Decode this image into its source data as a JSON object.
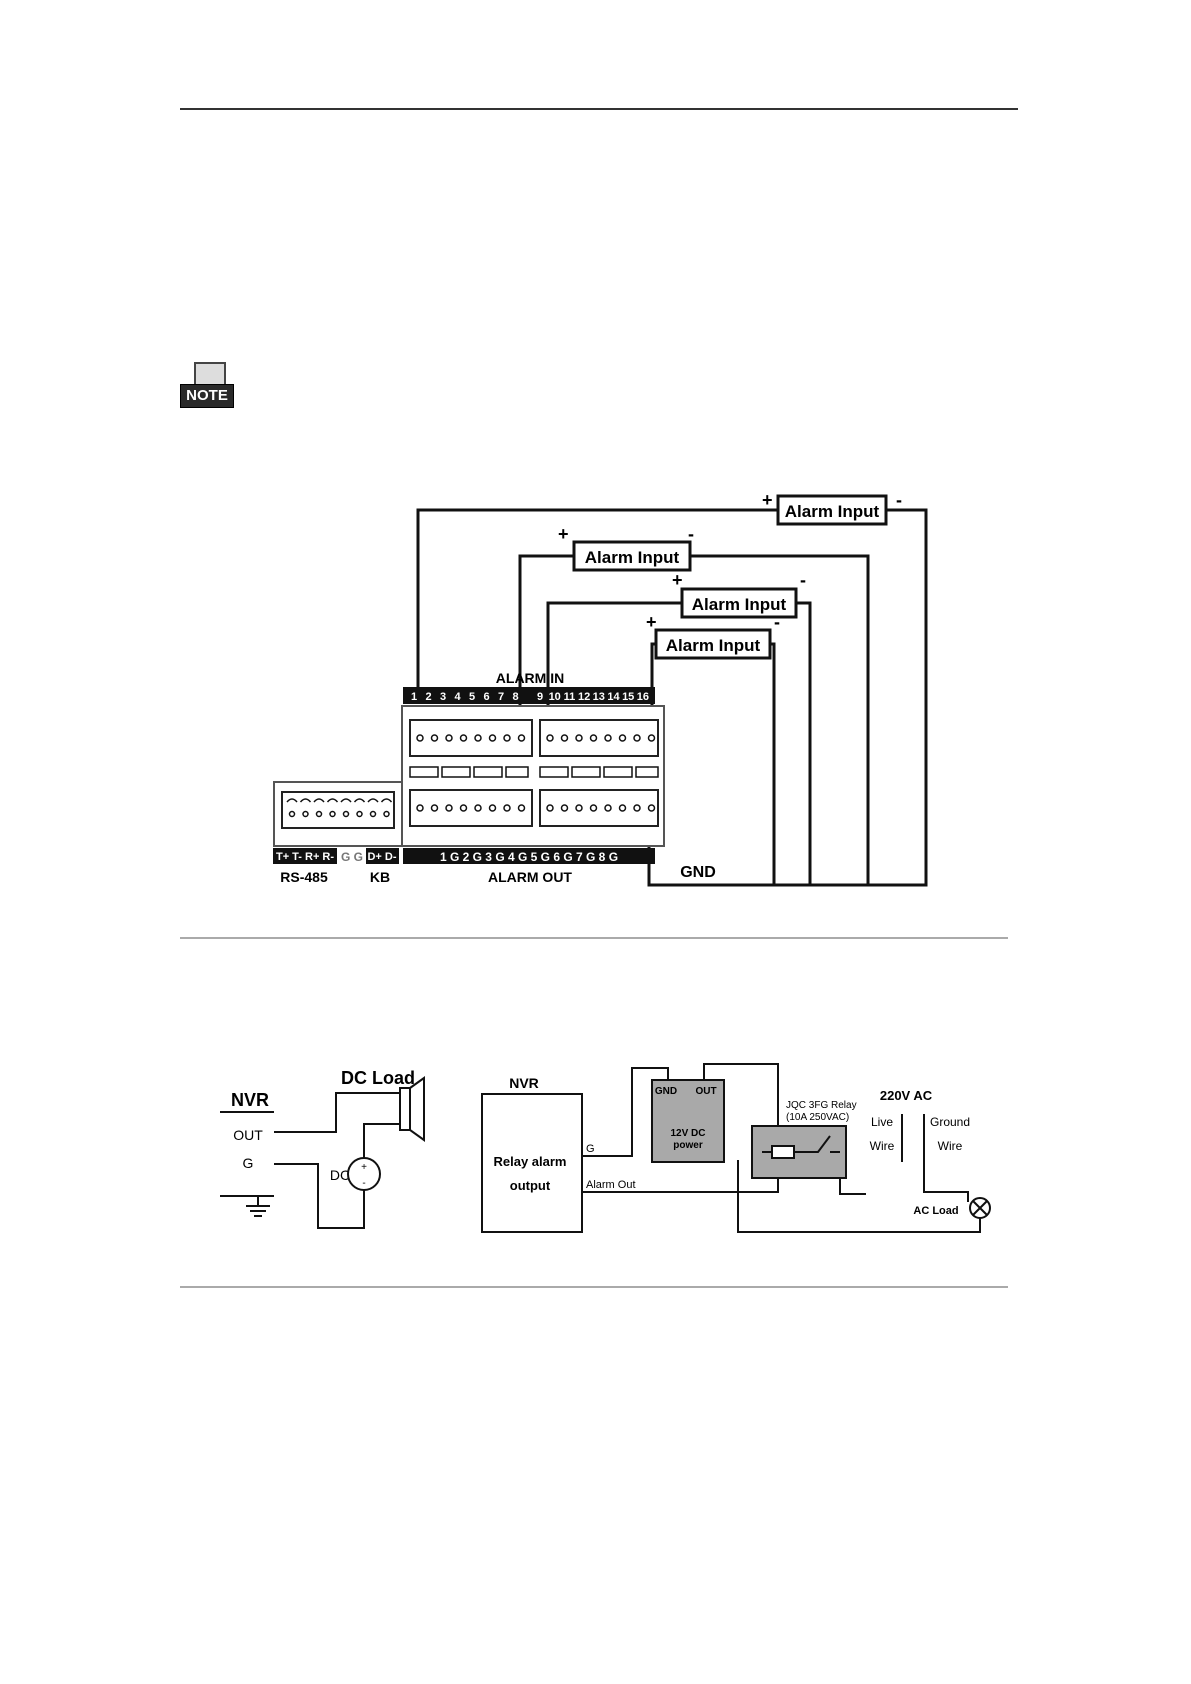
{
  "note": {
    "label": "NOTE"
  },
  "alarm_in_diagram": {
    "alarm_input_box": "Alarm Input",
    "plus": "+",
    "minus": "-",
    "alarm_in_title": "ALARM IN",
    "alarm_in_numbers": [
      "1",
      "2",
      "3",
      "4",
      "5",
      "6",
      "7",
      "8",
      "9",
      "10",
      "11",
      "12",
      "13",
      "14",
      "15",
      "16"
    ],
    "rs485_pins": "T+ T- R+ R-",
    "gg": "G G",
    "kb_pins": "D+ D-",
    "alarm_out_pins": "1 G 2 G 3 G 4 G  5 G 6 G 7 G 8 G",
    "rs485_label": "RS-485",
    "kb_label": "KB",
    "alarm_out_label": "ALARM OUT",
    "gnd_label": "GND"
  },
  "dc_diagram": {
    "nvr": "NVR",
    "out": "OUT",
    "g": "G",
    "dc_load": "DC Load",
    "dc": "DC",
    "plus": "+",
    "minus": "-"
  },
  "ac_diagram": {
    "nvr": "NVR",
    "relay_line1": "Relay alarm",
    "relay_line2": "output",
    "g": "G",
    "alarm_out": "Alarm Out",
    "gnd": "GND",
    "out": "OUT",
    "power_line1": "12V  DC",
    "power_line2": "power",
    "relay_line_a": "JQC 3FG Relay",
    "relay_line_b": "(10A  250VAC)",
    "ac_voltage": "220V  AC",
    "live_1": "Live",
    "live_2": "Wire",
    "ground_1": "Ground",
    "ground_2": "Wire",
    "ac_load": "AC Load"
  },
  "colors": {
    "relay_fill": "#a9a9a9",
    "power_fill": "#a9a9a9",
    "terminal_strip": "#111111"
  }
}
